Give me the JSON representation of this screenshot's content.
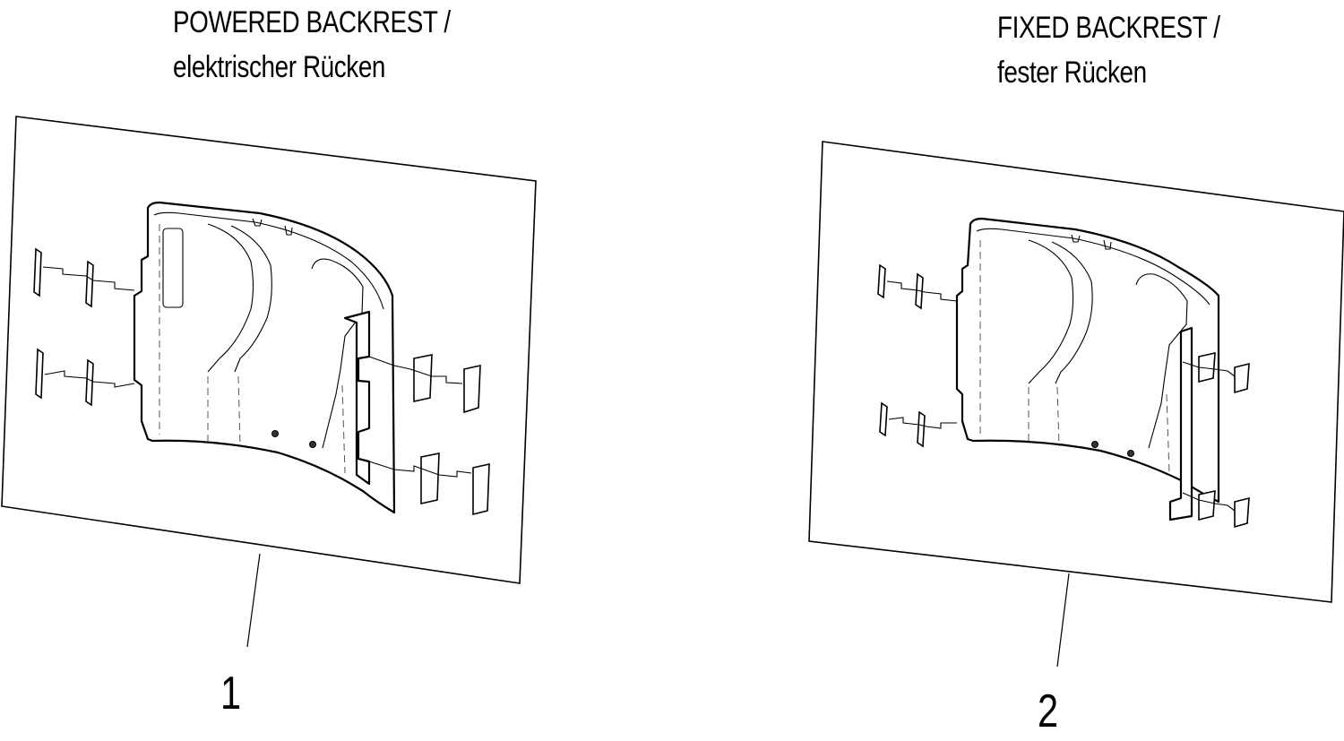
{
  "views": [
    {
      "title_line1": "POWERED BACKREST /",
      "title_line2": "elektrischer Rücken",
      "callout": "1"
    },
    {
      "title_line1": "FIXED BACKREST /",
      "title_line2": "fester Rücken",
      "callout": "2"
    }
  ]
}
